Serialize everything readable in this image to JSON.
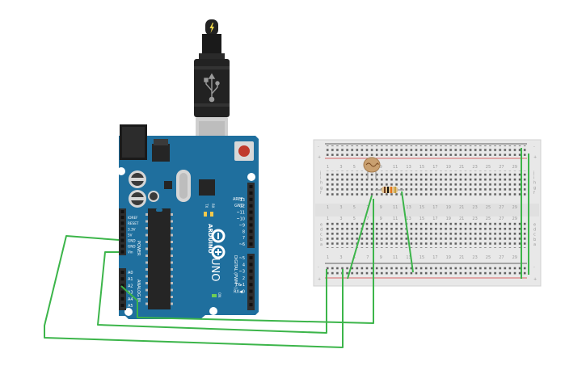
{
  "colors": {
    "canvas": "#ffffff",
    "board": "#1f6f9e",
    "board_dark": "#185b84",
    "header": "#2d2d2d",
    "breadboard": "#e8e8e8",
    "hole": "#6d6d6d",
    "rail_red": "#d23b3b",
    "rail_black": "#333333",
    "wire": "#3cb54a",
    "usb_cable": "#222222",
    "connector": "#cfcfcf"
  },
  "arduino": {
    "model_text": "UNO",
    "brand_text": "ARDUINO",
    "aref": "AREF",
    "gnd": "GND",
    "digital_pins": [
      "13",
      "12",
      "~11",
      "~10",
      "~9",
      "8",
      "7",
      "~6",
      "~5",
      "4",
      "~3",
      "2",
      "TX▸1",
      "RX◀0"
    ],
    "digital_label": "DIGITAL (PWM~)",
    "power_pins": [
      "IOREF",
      "RESET",
      "3.3V",
      "5V",
      "GND",
      "GND",
      "Vin"
    ],
    "power_label": "POWER",
    "analog_pins": [
      "A0",
      "A1",
      "A2",
      "A3",
      "A4",
      "A5"
    ],
    "analog_label": "ANALOG IN",
    "tx_label": "TX",
    "rx_label": "RX",
    "on_label": "ON",
    "l_label": "L"
  },
  "breadboard": {
    "rail_plus": "+",
    "rail_minus": "-",
    "row_letters_top": [
      "j",
      "i",
      "h",
      "g",
      "f"
    ],
    "row_letters_bottom": [
      "e",
      "d",
      "c",
      "b",
      "a"
    ],
    "column_numbers": [
      "1",
      "3",
      "5",
      "7",
      "9",
      "11",
      "13",
      "15",
      "17",
      "19",
      "21",
      "23",
      "25",
      "27",
      "29"
    ]
  },
  "components": {
    "photoresistor": "photoresistor-ldr",
    "resistor": "resistor"
  },
  "icons": {
    "usb": "usb-icon",
    "lightning": "lightning-icon"
  }
}
